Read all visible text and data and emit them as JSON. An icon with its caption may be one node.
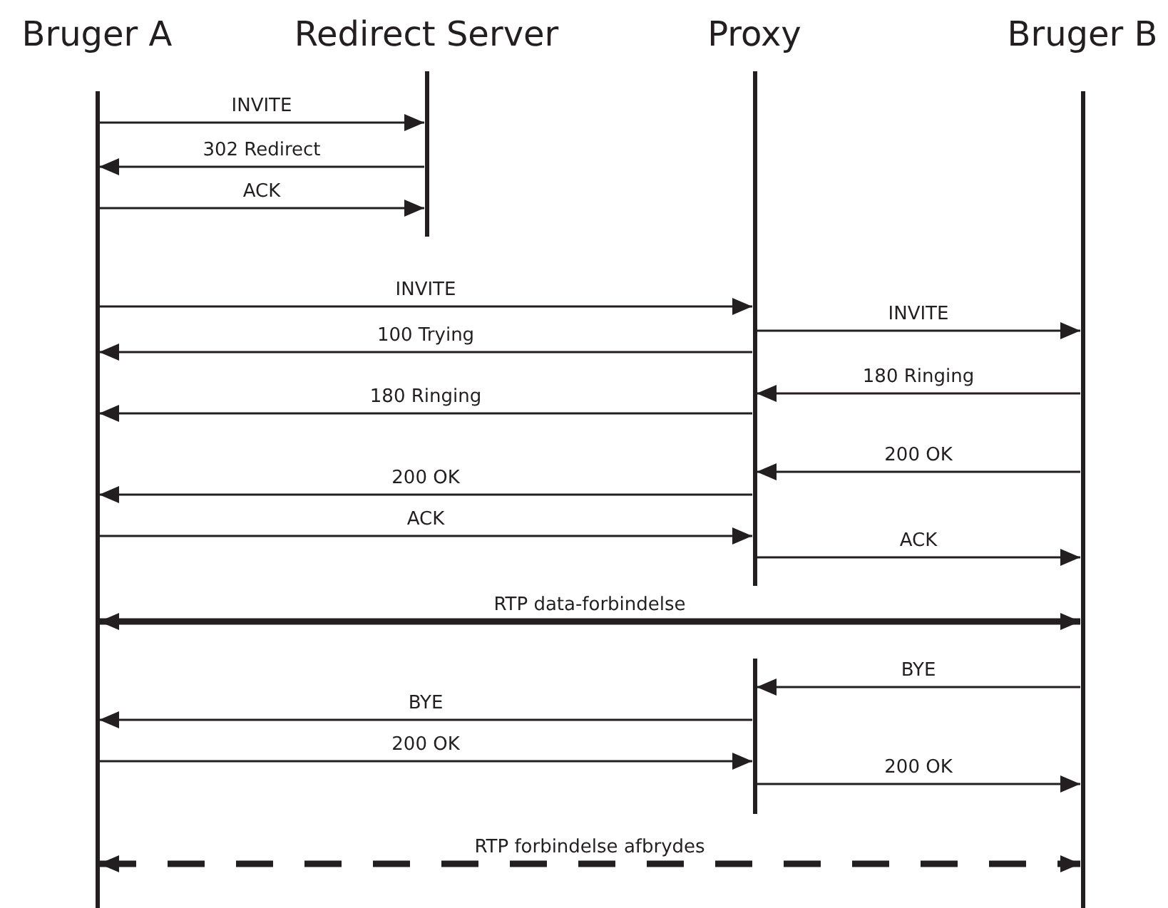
{
  "diagram": {
    "nodes": [
      {
        "text": [
          "Bruger A"
        ]
      },
      {
        "text": [
          "Redirect Server"
        ]
      },
      {
        "text": [
          "Proxy"
        ]
      },
      {
        "text": [
          "Bruger B"
        ]
      }
    ],
    "edges": [
      {
        "from": 0,
        "to": 1,
        "arrow": "to",
        "label": "INVITE"
      },
      {
        "from": 1,
        "to": 0,
        "arrow": "to",
        "label": "302 Redirect"
      },
      {
        "from": 0,
        "to": 1,
        "arrow": "to",
        "label": "ACK"
      },
      {
        "from": 0,
        "to": 2,
        "arrow": "to",
        "label": "INVITE"
      },
      {
        "from": 2,
        "to": 3,
        "arrow": "to",
        "label": "INVITE"
      },
      {
        "from": 2,
        "to": 0,
        "arrow": "to",
        "label": "100 Trying"
      },
      {
        "from": 3,
        "to": 2,
        "arrow": "to",
        "label": "180 Ringing"
      },
      {
        "from": 2,
        "to": 0,
        "arrow": "to",
        "label": "180 Ringing"
      },
      {
        "from": 3,
        "to": 2,
        "arrow": "to",
        "label": "200 OK"
      },
      {
        "from": 2,
        "to": 0,
        "arrow": "to",
        "label": "200 OK"
      },
      {
        "from": 0,
        "to": 2,
        "arrow": "to",
        "label": "ACK"
      },
      {
        "from": 2,
        "to": 3,
        "arrow": "to",
        "label": "ACK"
      },
      {
        "from": 0,
        "to": 3,
        "arrow": "both",
        "label": "RTP data-forbindelse",
        "style": "thick"
      },
      {
        "from": 3,
        "to": 2,
        "arrow": "to",
        "label": "BYE"
      },
      {
        "from": 2,
        "to": 0,
        "arrow": "to",
        "label": "BYE"
      },
      {
        "from": 0,
        "to": 2,
        "arrow": "to",
        "label": "200 OK"
      },
      {
        "from": 2,
        "to": 3,
        "arrow": "to",
        "label": "200 OK"
      },
      {
        "from": 0,
        "to": 3,
        "arrow": "both",
        "label": "RTP forbindelse afbrydes",
        "style": "dashed"
      }
    ]
  }
}
